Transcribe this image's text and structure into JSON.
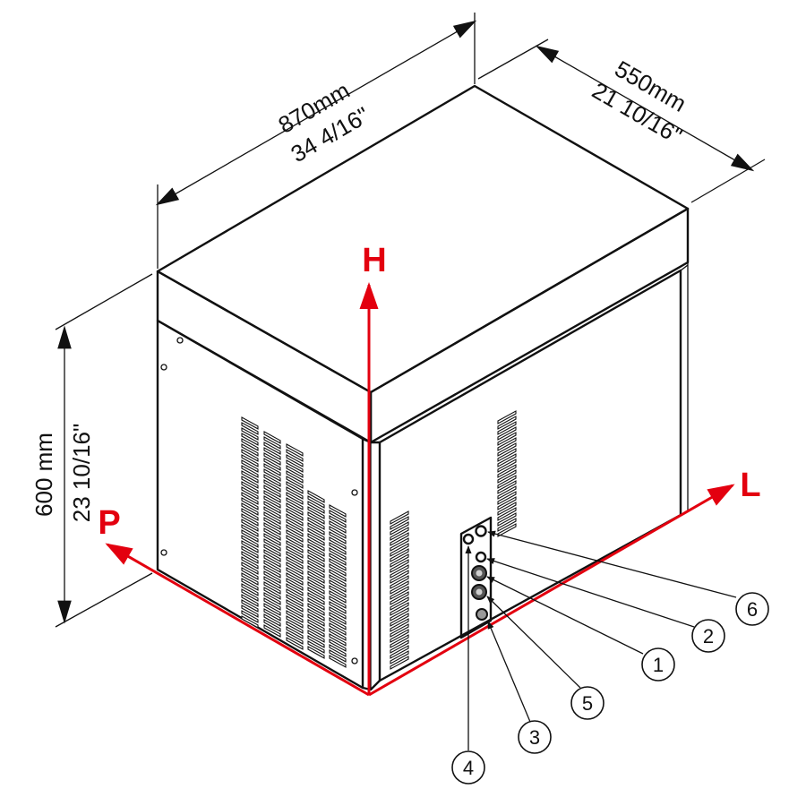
{
  "dimensions": {
    "width_mm": "870mm",
    "width_in": "34 4/16\"",
    "depth_mm": "550mm",
    "depth_in": "21 10/16\"",
    "height_mm": "600 mm",
    "height_in": "23 10/16\""
  },
  "axes": [
    {
      "id": "H",
      "label": "H"
    },
    {
      "id": "L",
      "label": "L"
    },
    {
      "id": "P",
      "label": "P"
    }
  ],
  "callouts": [
    {
      "id": "1",
      "label": "1"
    },
    {
      "id": "2",
      "label": "2"
    },
    {
      "id": "3",
      "label": "3"
    },
    {
      "id": "4",
      "label": "4"
    },
    {
      "id": "5",
      "label": "5"
    },
    {
      "id": "6",
      "label": "6"
    }
  ],
  "colors": {
    "axis": "#e3000f",
    "line": "#111111",
    "background": "#ffffff"
  }
}
